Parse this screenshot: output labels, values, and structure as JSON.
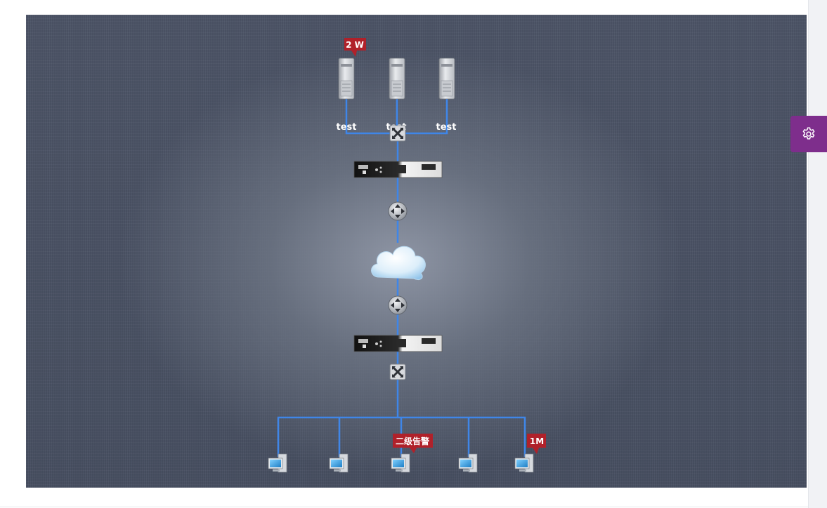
{
  "topology": {
    "servers": [
      {
        "label": "test",
        "badge": "2 W"
      },
      {
        "label": "test",
        "badge": ""
      },
      {
        "label": "test",
        "badge": ""
      }
    ],
    "clients": [
      {
        "badge": ""
      },
      {
        "badge": ""
      },
      {
        "badge": "二级告警"
      },
      {
        "badge": ""
      },
      {
        "badge": "1M"
      }
    ],
    "colors": {
      "link": "#3f86e8",
      "badge": "#b0212a",
      "settings_button": "#7e2e8c"
    }
  },
  "settings": {
    "icon": "gear-icon"
  }
}
